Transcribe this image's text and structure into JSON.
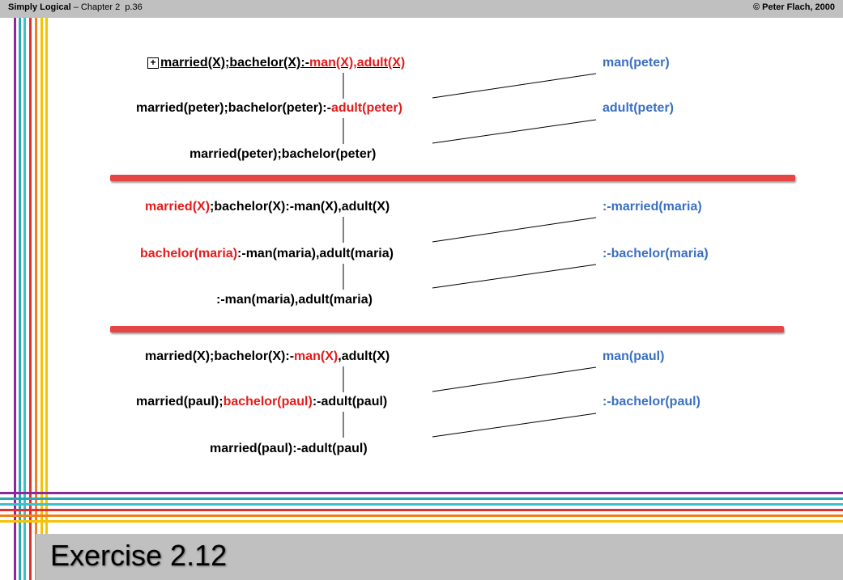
{
  "header": {
    "book_title": "Simply Logical",
    "chapter": "– Chapter 2",
    "page": "p.36",
    "copyright": "© Peter Flach, 2000"
  },
  "footer": {
    "title": "Exercise 2.12"
  },
  "section1": {
    "goal1_a": "married(X);bachelor(X):-",
    "goal1_b": "man(X),adult(X)",
    "fact1": "man(peter)",
    "goal2_a": "married(peter);bachelor(peter):-",
    "goal2_b": "adult(peter)",
    "fact2": "adult(peter)",
    "goal3": "married(peter);bachelor(peter)"
  },
  "section2": {
    "goal1_a": "married(X)",
    "goal1_b": ";bachelor(X):-man(X),adult(X)",
    "fact1": ":-married(maria)",
    "goal2_a": "bachelor(maria)",
    "goal2_b": ":-man(maria),adult(maria)",
    "fact2": ":-bachelor(maria)",
    "goal3": ":-man(maria),adult(maria)"
  },
  "section3": {
    "goal1_a": "married(X);bachelor(X):-",
    "goal1_b": "man(X)",
    "goal1_c": ",adult(X)",
    "fact1": "man(paul)",
    "goal2_a": "married(paul);",
    "goal2_b": "bachelor(paul)",
    "goal2_c": ":-adult(paul)",
    "fact2": ":-bachelor(paul)",
    "goal3": "married(paul):-adult(paul)"
  },
  "colors": {
    "stripe_purple": "#8a2a9a",
    "stripe_teal": "#2aa7b0",
    "stripe_cyan": "#3ac0d0",
    "stripe_red": "#e03030",
    "stripe_orange": "#f08020",
    "stripe_yellow": "#f5c400",
    "clause_blue": "#3a6fc4",
    "highlight_red": "#e61a1a",
    "divider_red": "#e64545"
  }
}
